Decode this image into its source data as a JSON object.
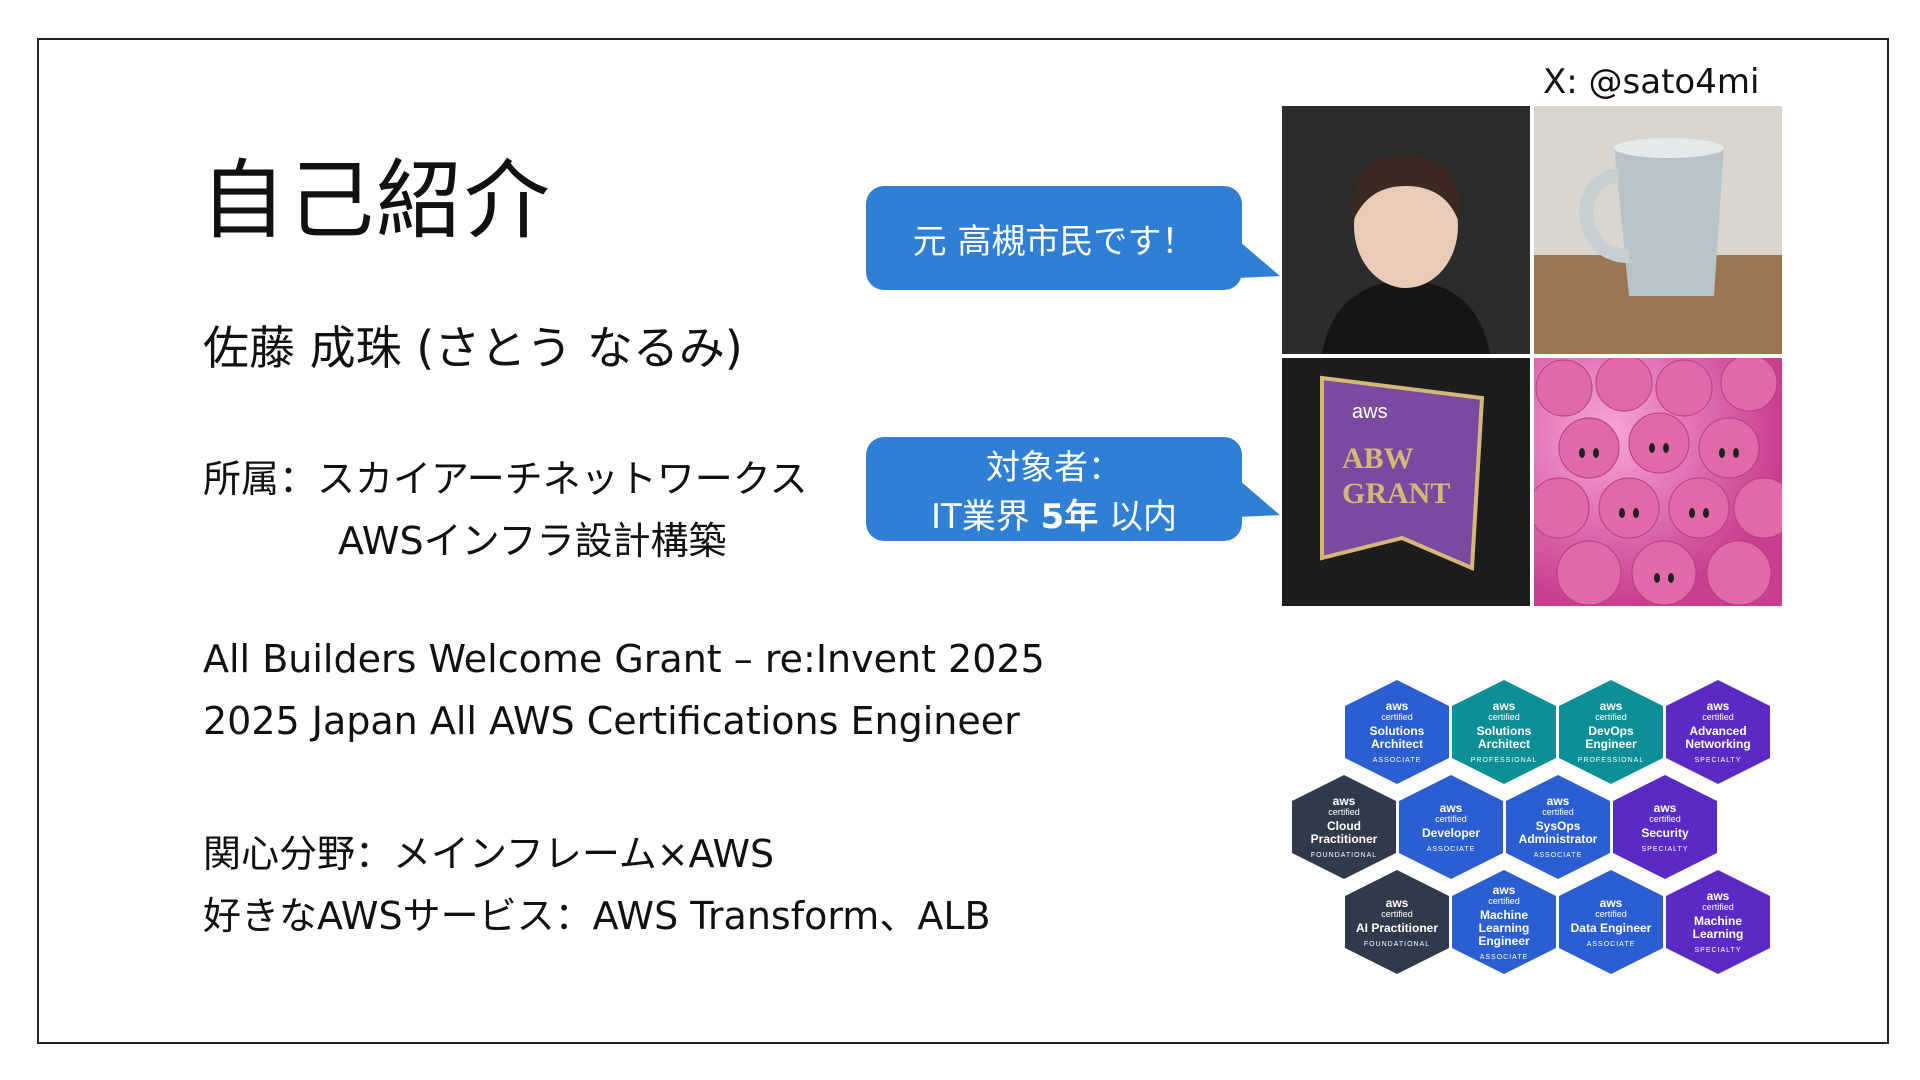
{
  "handle": "X: @sato4mi",
  "title": "自己紹介",
  "name": "佐藤 成珠 (さとう なるみ)",
  "affiliation": {
    "line1": "所属：スカイアーチネットワークス",
    "line2": "AWSインフラ設計構築"
  },
  "achievements": [
    "All Builders Welcome Grant – re:Invent 2025",
    "2025 Japan All AWS Certifications Engineer"
  ],
  "interests": [
    "関心分野：メインフレーム×AWS",
    "好きなAWSサービス：AWS Transform、ALB"
  ],
  "bubbles": {
    "first": "元 高槻市民です！",
    "second_line1": "対象者：",
    "second_prefix": "IT業界 ",
    "second_bold": "5年",
    "second_suffix": " 以内"
  },
  "badge": {
    "brand": "aws",
    "line1": "ABW",
    "line2": "GRANT"
  },
  "certifications": [
    {
      "name": "Solutions Architect",
      "level": "ASSOCIATE",
      "color": "#2b5fd1"
    },
    {
      "name": "Solutions Architect",
      "level": "PROFESSIONAL",
      "color": "#0c8f97"
    },
    {
      "name": "DevOps Engineer",
      "level": "PROFESSIONAL",
      "color": "#0c8f97"
    },
    {
      "name": "Advanced Networking",
      "level": "SPECIALTY",
      "color": "#5a2bc4"
    },
    {
      "name": "Cloud Practitioner",
      "level": "FOUNDATIONAL",
      "color": "#2f3b4a"
    },
    {
      "name": "Developer",
      "level": "ASSOCIATE",
      "color": "#2b5fd1"
    },
    {
      "name": "SysOps Administrator",
      "level": "ASSOCIATE",
      "color": "#2b5fd1"
    },
    {
      "name": "Security",
      "level": "SPECIALTY",
      "color": "#5a2bc4"
    },
    {
      "name": "AI Practitioner",
      "level": "FOUNDATIONAL",
      "color": "#2f3b4a"
    },
    {
      "name": "Machine Learning Engineer",
      "level": "ASSOCIATE",
      "color": "#2b5fd1"
    },
    {
      "name": "Data Engineer",
      "level": "ASSOCIATE",
      "color": "#2b5fd1"
    },
    {
      "name": "Machine Learning",
      "level": "SPECIALTY",
      "color": "#5a2bc4"
    }
  ],
  "cert_labels": {
    "brand": "aws",
    "sub": "certified"
  }
}
